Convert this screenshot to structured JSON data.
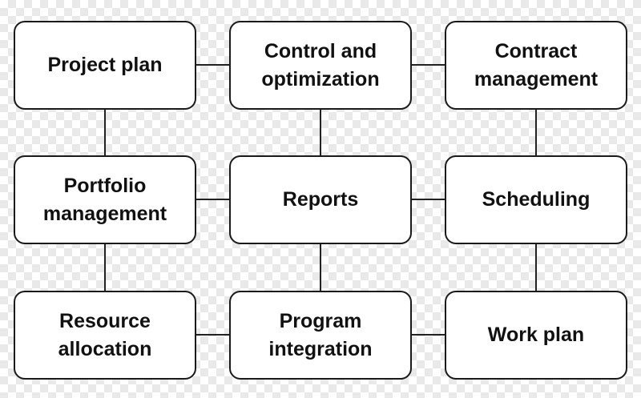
{
  "diagram": {
    "nodes": [
      {
        "id": "project-plan",
        "label": "Project plan"
      },
      {
        "id": "control-and-optimization",
        "label": "Control and\noptimization"
      },
      {
        "id": "contract-management",
        "label": "Contract\nmanagement"
      },
      {
        "id": "portfolio-management",
        "label": "Portfolio\nmanagement"
      },
      {
        "id": "reports",
        "label": "Reports"
      },
      {
        "id": "scheduling",
        "label": "Scheduling"
      },
      {
        "id": "resource-allocation",
        "label": "Resource\nallocation"
      },
      {
        "id": "program-integration",
        "label": "Program\nintegration"
      },
      {
        "id": "work-plan",
        "label": "Work plan"
      }
    ],
    "edges": [
      {
        "from": "project-plan",
        "to": "control-and-optimization"
      },
      {
        "from": "control-and-optimization",
        "to": "contract-management"
      },
      {
        "from": "portfolio-management",
        "to": "reports"
      },
      {
        "from": "reports",
        "to": "scheduling"
      },
      {
        "from": "resource-allocation",
        "to": "program-integration"
      },
      {
        "from": "program-integration",
        "to": "work-plan"
      },
      {
        "from": "project-plan",
        "to": "portfolio-management"
      },
      {
        "from": "portfolio-management",
        "to": "resource-allocation"
      },
      {
        "from": "control-and-optimization",
        "to": "reports"
      },
      {
        "from": "reports",
        "to": "program-integration"
      },
      {
        "from": "contract-management",
        "to": "scheduling"
      },
      {
        "from": "scheduling",
        "to": "work-plan"
      }
    ]
  }
}
